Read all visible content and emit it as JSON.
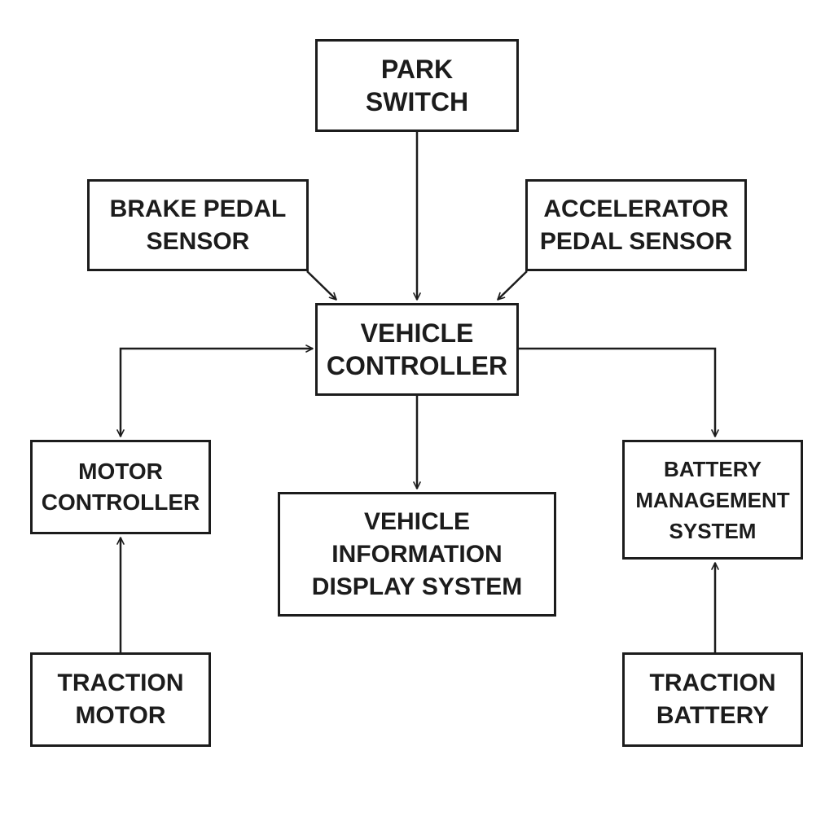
{
  "diagram": {
    "colors": {
      "stroke": "#1c1c1c",
      "background": "#ffffff"
    },
    "nodes": {
      "park_switch": {
        "lines": [
          "PARK",
          "SWITCH"
        ]
      },
      "brake_pedal_sensor": {
        "lines": [
          "BRAKE PEDAL",
          "SENSOR"
        ]
      },
      "accelerator_pedal_sensor": {
        "lines": [
          "ACCELERATOR",
          "PEDAL SENSOR"
        ]
      },
      "vehicle_controller": {
        "lines": [
          "VEHICLE",
          "CONTROLLER"
        ]
      },
      "motor_controller": {
        "lines": [
          "MOTOR",
          "CONTROLLER"
        ]
      },
      "vehicle_information_display_system": {
        "lines": [
          "VEHICLE",
          "INFORMATION",
          "DISPLAY SYSTEM"
        ]
      },
      "battery_management_system": {
        "lines": [
          "BATTERY",
          "MANAGEMENT",
          "SYSTEM"
        ]
      },
      "traction_motor": {
        "lines": [
          "TRACTION",
          "MOTOR"
        ]
      },
      "traction_battery": {
        "lines": [
          "TRACTION",
          "BATTERY"
        ]
      }
    },
    "edges": [
      {
        "from": "park_switch",
        "to": "vehicle_controller"
      },
      {
        "from": "brake_pedal_sensor",
        "to": "vehicle_controller"
      },
      {
        "from": "accelerator_pedal_sensor",
        "to": "vehicle_controller"
      },
      {
        "from": "vehicle_controller",
        "to": "motor_controller",
        "bidirectional": true
      },
      {
        "from": "vehicle_controller",
        "to": "vehicle_information_display_system"
      },
      {
        "from": "vehicle_controller",
        "to": "battery_management_system"
      },
      {
        "from": "traction_motor",
        "to": "motor_controller"
      },
      {
        "from": "traction_battery",
        "to": "battery_management_system"
      }
    ]
  }
}
